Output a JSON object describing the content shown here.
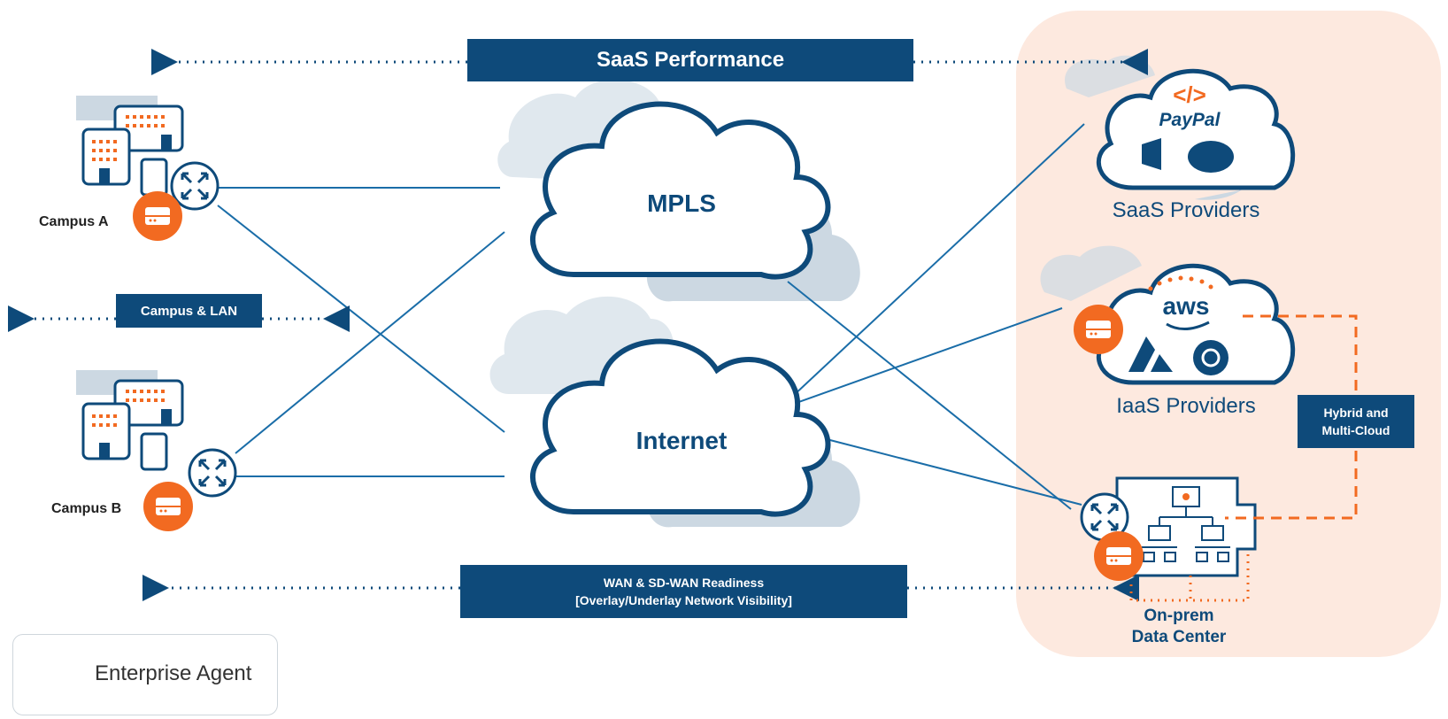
{
  "diagram": {
    "banners": {
      "saas_performance": "SaaS Performance",
      "campus_lan": "Campus & LAN",
      "wan_readiness_line1": "WAN & SD-WAN Readiness",
      "wan_readiness_line2": "[Overlay/Underlay Network Visibility]",
      "hybrid_line1": "Hybrid and",
      "hybrid_line2": "Multi-Cloud"
    },
    "clouds": {
      "mpls": "MPLS",
      "internet": "Internet"
    },
    "sites": {
      "campus_a": "Campus A",
      "campus_b": "Campus B"
    },
    "providers": {
      "saas": "SaaS Providers",
      "iaas": "IaaS Providers",
      "onprem_line1": "On-prem",
      "onprem_line2": "Data Center"
    },
    "logos": {
      "paypal": "PayPal",
      "aws": "aws",
      "code": "</>"
    },
    "legend": {
      "label": "Enterprise Agent",
      "icon": "enterprise-agent-icon"
    },
    "colors": {
      "navy": "#0e4a7a",
      "orange": "#f26a21",
      "peach": "#fde9df",
      "grey_cloud": "#ccd8e2"
    }
  }
}
